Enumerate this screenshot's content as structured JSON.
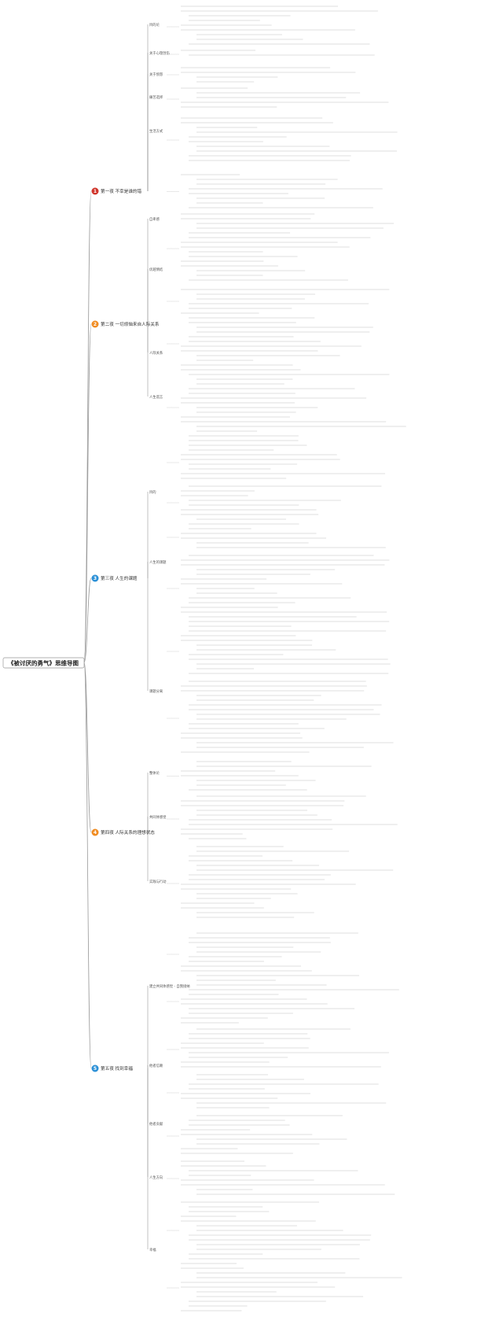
{
  "root": {
    "title": "《被讨厌的勇气》思维导图"
  },
  "colors": {
    "branch": "#9a9a9a",
    "leaf": "#c4c4c4",
    "text": "#555555",
    "badges": [
      "#d0352b",
      "#f08c22",
      "#2a8fd6",
      "#f08c22",
      "#2a8fd6"
    ]
  },
  "chapters": [
    {
      "number": "1",
      "title": "第一夜 不幸是谁的错",
      "subtopics": [
        "目的论",
        "关于心理创伤",
        "关于愤怒",
        "痛苦选择",
        "生活方式"
      ]
    },
    {
      "number": "2",
      "title": "第二夜 一切烦恼来自人际关系",
      "subtopics": [
        "自卑感",
        "优越情结",
        "人际关系",
        "人生谎言"
      ]
    },
    {
      "number": "3",
      "title": "第三夜 人生的课题",
      "subtopics": [
        "目的",
        "人生的课题",
        "课题分离"
      ]
    },
    {
      "number": "4",
      "title": "第四夜 人际关系的理想状态",
      "subtopics": [
        "整体论",
        "共同体感觉",
        "实践与行动"
      ]
    },
    {
      "number": "5",
      "title": "第五夜 找到幸福",
      "subtopics": [
        "建立共同体感觉 - 自我接纳",
        "他者信赖",
        "他者贡献",
        "人生方向",
        "幸福"
      ]
    }
  ]
}
